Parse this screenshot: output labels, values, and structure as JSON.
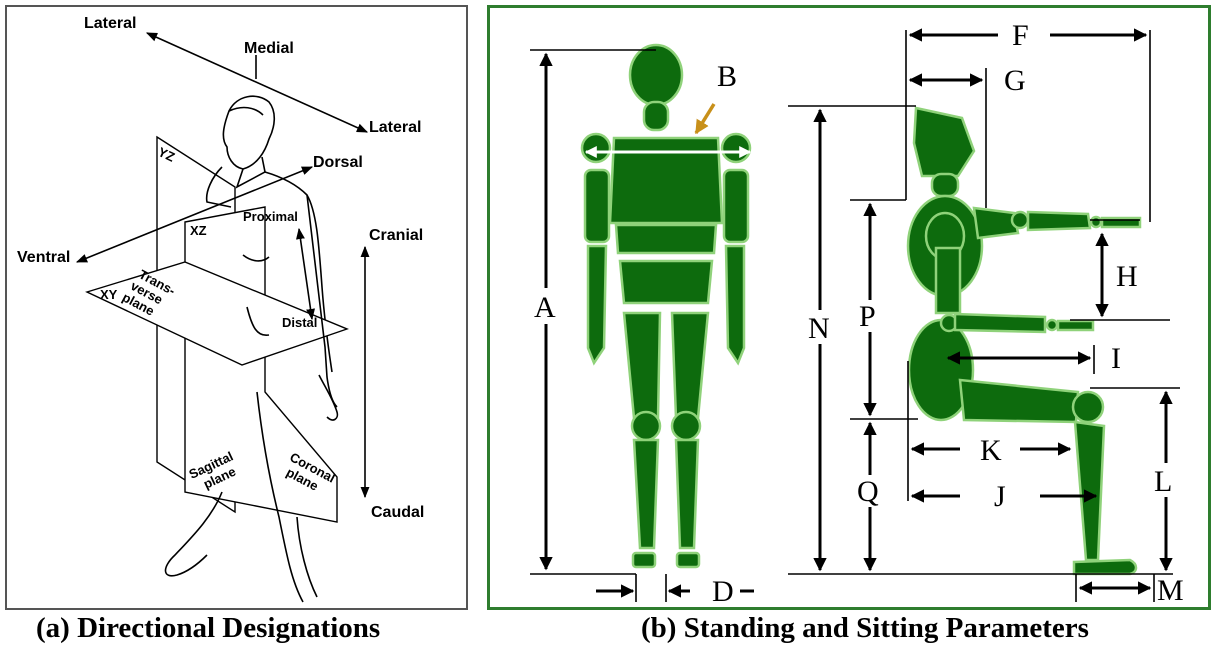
{
  "panel_a": {
    "caption": "(a) Directional Designations",
    "labels": {
      "lateral_top": "Lateral",
      "medial": "Medial",
      "lateral_right": "Lateral",
      "dorsal": "Dorsal",
      "ventral": "Ventral",
      "cranial": "Cranial",
      "caudal": "Caudal",
      "proximal": "Proximal",
      "distal": "Distal",
      "yz": "YZ",
      "xz": "XZ",
      "xy": "XY",
      "transverse_1": "Trans-",
      "transverse_2": "verse",
      "transverse_3": "plane",
      "sagittal_1": "Sagittal",
      "sagittal_2": "plane",
      "coronal_1": "Coronal",
      "coronal_2": "plane"
    }
  },
  "panel_b": {
    "caption": "(b) Standing and Sitting Parameters",
    "labels": {
      "A": "A",
      "B": "B",
      "D": "D",
      "F": "F",
      "G": "G",
      "H": "H",
      "I": "I",
      "J": "J",
      "K": "K",
      "L": "L",
      "M": "M",
      "N": "N",
      "P": "P",
      "Q": "Q"
    },
    "colors": {
      "figure_fill": "#0d6b0d",
      "figure_outline": "#8fd27a",
      "border": "#2e7d2e",
      "b_arrow": "#c8901a"
    }
  }
}
